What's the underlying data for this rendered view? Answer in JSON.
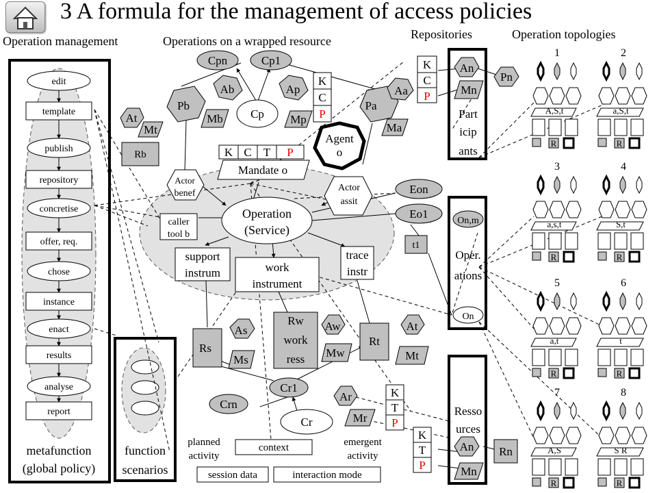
{
  "title": "3 A formula for the management of access policies",
  "home_icon": "home-icon",
  "headers": {
    "operation_management": "Operation management",
    "operations_wrapped": "Operations on a wrapped resource",
    "repositories": "Repositories",
    "operation_topologies": "Operation topologies"
  },
  "metafunction": {
    "items": [
      "edit",
      "template",
      "publish",
      "repository",
      "concretise",
      "offer, req.",
      "chose",
      "instance",
      "enact",
      "results",
      "analyse",
      "report"
    ],
    "label_line1": "metafunction",
    "label_line2": "(global policy)"
  },
  "function_scenarios": {
    "line1": "function",
    "line2": "scenarios"
  },
  "wrapped": {
    "Cpn": "Cpn",
    "Cp1": "Cp1",
    "Pb": "Pb",
    "Ab": "Ab",
    "Ap": "Ap",
    "Mb": "Mb",
    "Mp": "Mp",
    "Cp": "Cp",
    "K": "K",
    "C": "C",
    "P": "P",
    "Pa": "Pa",
    "Aa": "Aa",
    "Ma": "Ma",
    "At": "At",
    "Mt": "Mt",
    "Rb": "Rb",
    "mandate_T": "T",
    "mandate_label": "Mandate o",
    "agent_line1": "Agent",
    "agent_line2": "o",
    "actor_benef_line1": "Actor",
    "actor_benef_line2": "benef",
    "actor_assit_line1": "Actor",
    "actor_assit_line2": "assit",
    "caller_line1": "caller",
    "caller_line2": "tool b",
    "operation_line1": "Operation",
    "operation_line2": "(Service)",
    "support_line1": "support",
    "support_line2": "instrum",
    "work_line1": "work",
    "work_line2": "instrument",
    "trace_line1": "trace",
    "trace_line2": "instr",
    "Eon": "Eon",
    "Eo1": "Eo1",
    "t1": "t1",
    "Rs": "Rs",
    "As": "As",
    "Ms": "Ms",
    "rw_line1": "Rw",
    "rw_line2": "work",
    "rw_line3": "ress",
    "Aw": "Aw",
    "Mw": "Mw",
    "Rt": "Rt",
    "At2": "At",
    "Mt2": "Mt",
    "Cr1": "Cr1",
    "Ar": "Ar",
    "Mr": "Mr",
    "Crn": "Crn",
    "Cr": "Cr",
    "planned_line1": "planned",
    "planned_line2": "activity",
    "emergent_line1": "emergent",
    "emergent_line2": "activity",
    "context": "context",
    "session_data": "session data",
    "interaction_mode": "interaction mode"
  },
  "repositories": {
    "An": "An",
    "Mn": "Mn",
    "Pn": "Pn",
    "part_line1": "Part",
    "part_line2": "icip",
    "part_line3": "ants",
    "on_m": "On,m",
    "oper_line1": "Oper.",
    "oper_line2": "ations",
    "on": "On",
    "resso_line1": "Resso",
    "resso_line2": "urces",
    "Rn": "Rn"
  },
  "topologies": [
    {
      "num": "1",
      "label": "A,S,t"
    },
    {
      "num": "2",
      "label": "a,S,t"
    },
    {
      "num": "3",
      "label": "a,s,t"
    },
    {
      "num": "4",
      "label": "S,t"
    },
    {
      "num": "5",
      "label": "a,t"
    },
    {
      "num": "6",
      "label": "t"
    },
    {
      "num": "7",
      "label": "A,S"
    },
    {
      "num": "8",
      "label": "S R"
    }
  ],
  "topology_R": "R",
  "colors": {
    "gray": "#c0c0c0",
    "light": "#e2e2e2",
    "red": "#e00000"
  }
}
